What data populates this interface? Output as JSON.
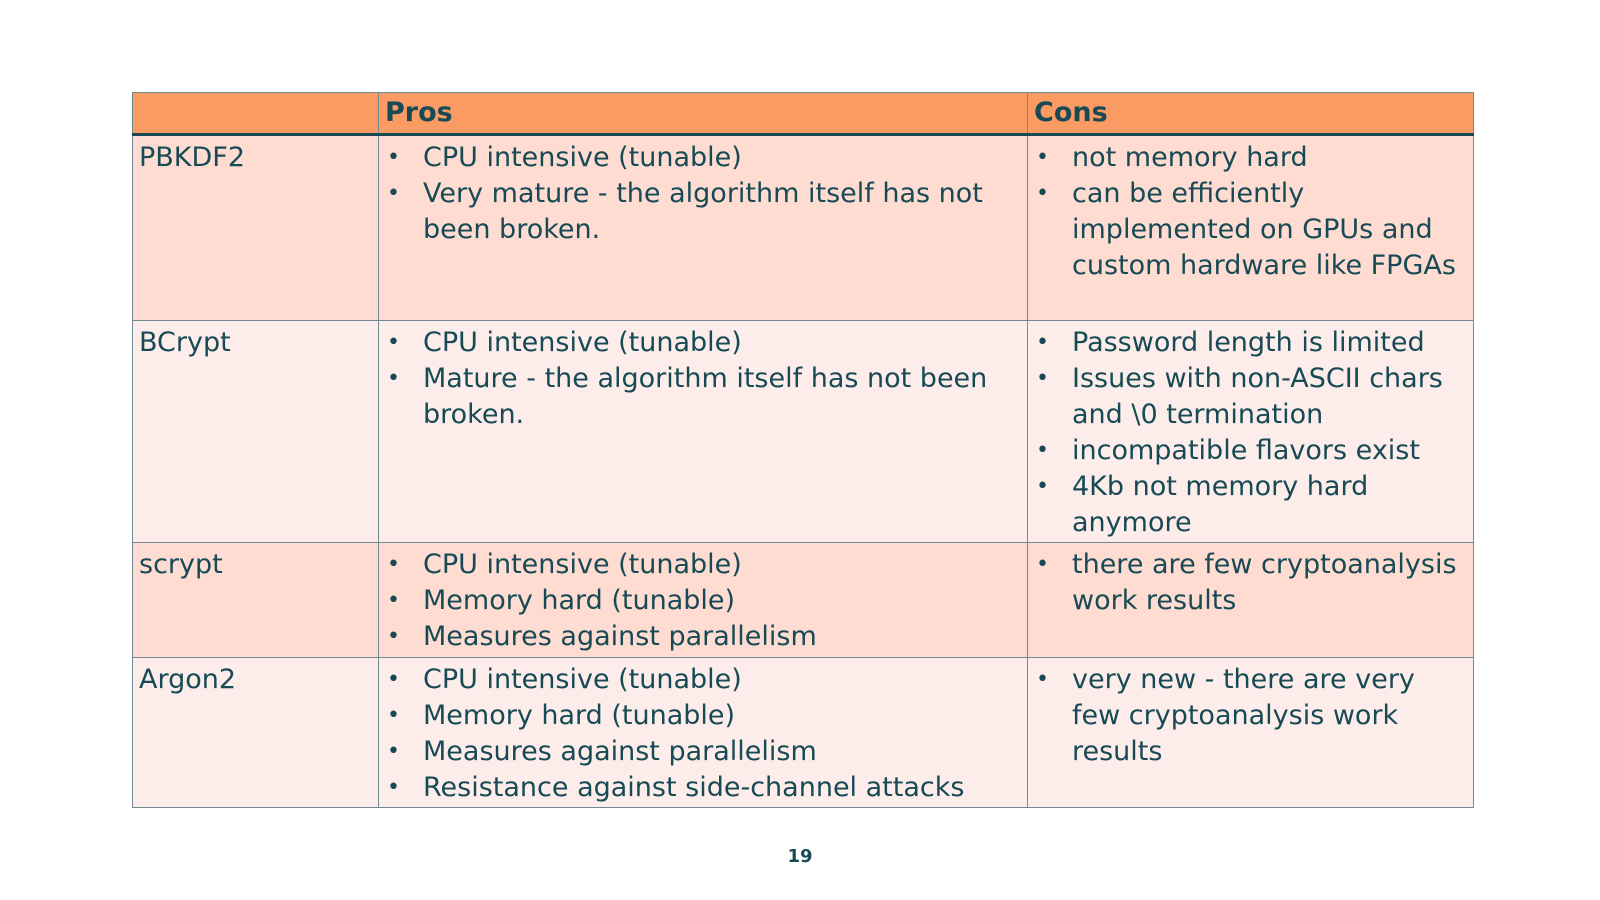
{
  "table": {
    "headers": [
      "",
      "Pros",
      "Cons"
    ],
    "rows": [
      {
        "name": "PBKDF2",
        "pros": [
          "CPU intensive (tunable)",
          "Very mature - the algorithm itself has not been broken."
        ],
        "cons": [
          "not memory hard",
          "can be efficiently implemented on GPUs and custom hardware like FPGAs"
        ]
      },
      {
        "name": "BCrypt",
        "pros": [
          "CPU intensive (tunable)",
          "Mature - the algorithm itself has not been broken."
        ],
        "cons": [
          "Password length is limited",
          "Issues with non-ASCII chars and \\0 termination",
          "incompatible flavors exist",
          "4Kb not memory hard anymore"
        ]
      },
      {
        "name": "scrypt",
        "pros": [
          "CPU intensive (tunable)",
          "Memory hard (tunable)",
          "Measures against parallelism"
        ],
        "cons": [
          "there are few cryptoanalysis work results"
        ]
      },
      {
        "name": "Argon2",
        "pros": [
          "CPU intensive (tunable)",
          "Memory hard (tunable)",
          "Measures against parallelism",
          "Resistance against side-channel attacks"
        ],
        "cons": [
          "very new - there are very few cryptoanalysis work results"
        ]
      }
    ]
  },
  "bullet_symbol": "•",
  "page_number": "19",
  "colors": {
    "header_bg": "#fb9b64",
    "row_odd_bg": "#fedcd1",
    "row_even_bg": "#fdedea",
    "text": "#174a55"
  }
}
